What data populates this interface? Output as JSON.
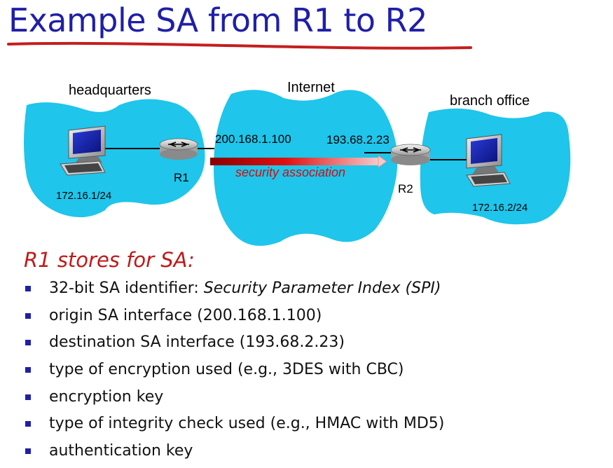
{
  "title": "Example SA from R1 to R2",
  "diagram": {
    "clouds": {
      "left": "headquarters",
      "middle": "Internet",
      "right": "branch office"
    },
    "routers": [
      "R1",
      "R2"
    ],
    "addresses": {
      "r1_interface": "200.168.1.100",
      "r2_interface": "193.68.2.23",
      "hq_subnet": "172.16.1/24",
      "branch_subnet": "172.16.2/24"
    },
    "sa_label": "security association"
  },
  "stores": {
    "heading": "R1 stores for SA:",
    "items": [
      {
        "text": "32-bit SA identifier: ",
        "italic": "Security Parameter Index (SPI)"
      },
      {
        "text": "origin SA interface (200.168.1.100)"
      },
      {
        "text": "destination SA interface (193.68.2.23)"
      },
      {
        "text": "type of encryption used (e.g., 3DES with CBC)"
      },
      {
        "text": "encryption key"
      },
      {
        "text": "type of integrity check used (e.g., HMAC with MD5)"
      },
      {
        "text": "authentication key"
      }
    ]
  },
  "colors": {
    "title": "#1f1fa8",
    "underline": "#c41e1e",
    "cloud": "#1fc5ea",
    "sa_arrow": "#cc1010",
    "heading": "#c01a1a",
    "bullet": "#1f1fa8"
  }
}
